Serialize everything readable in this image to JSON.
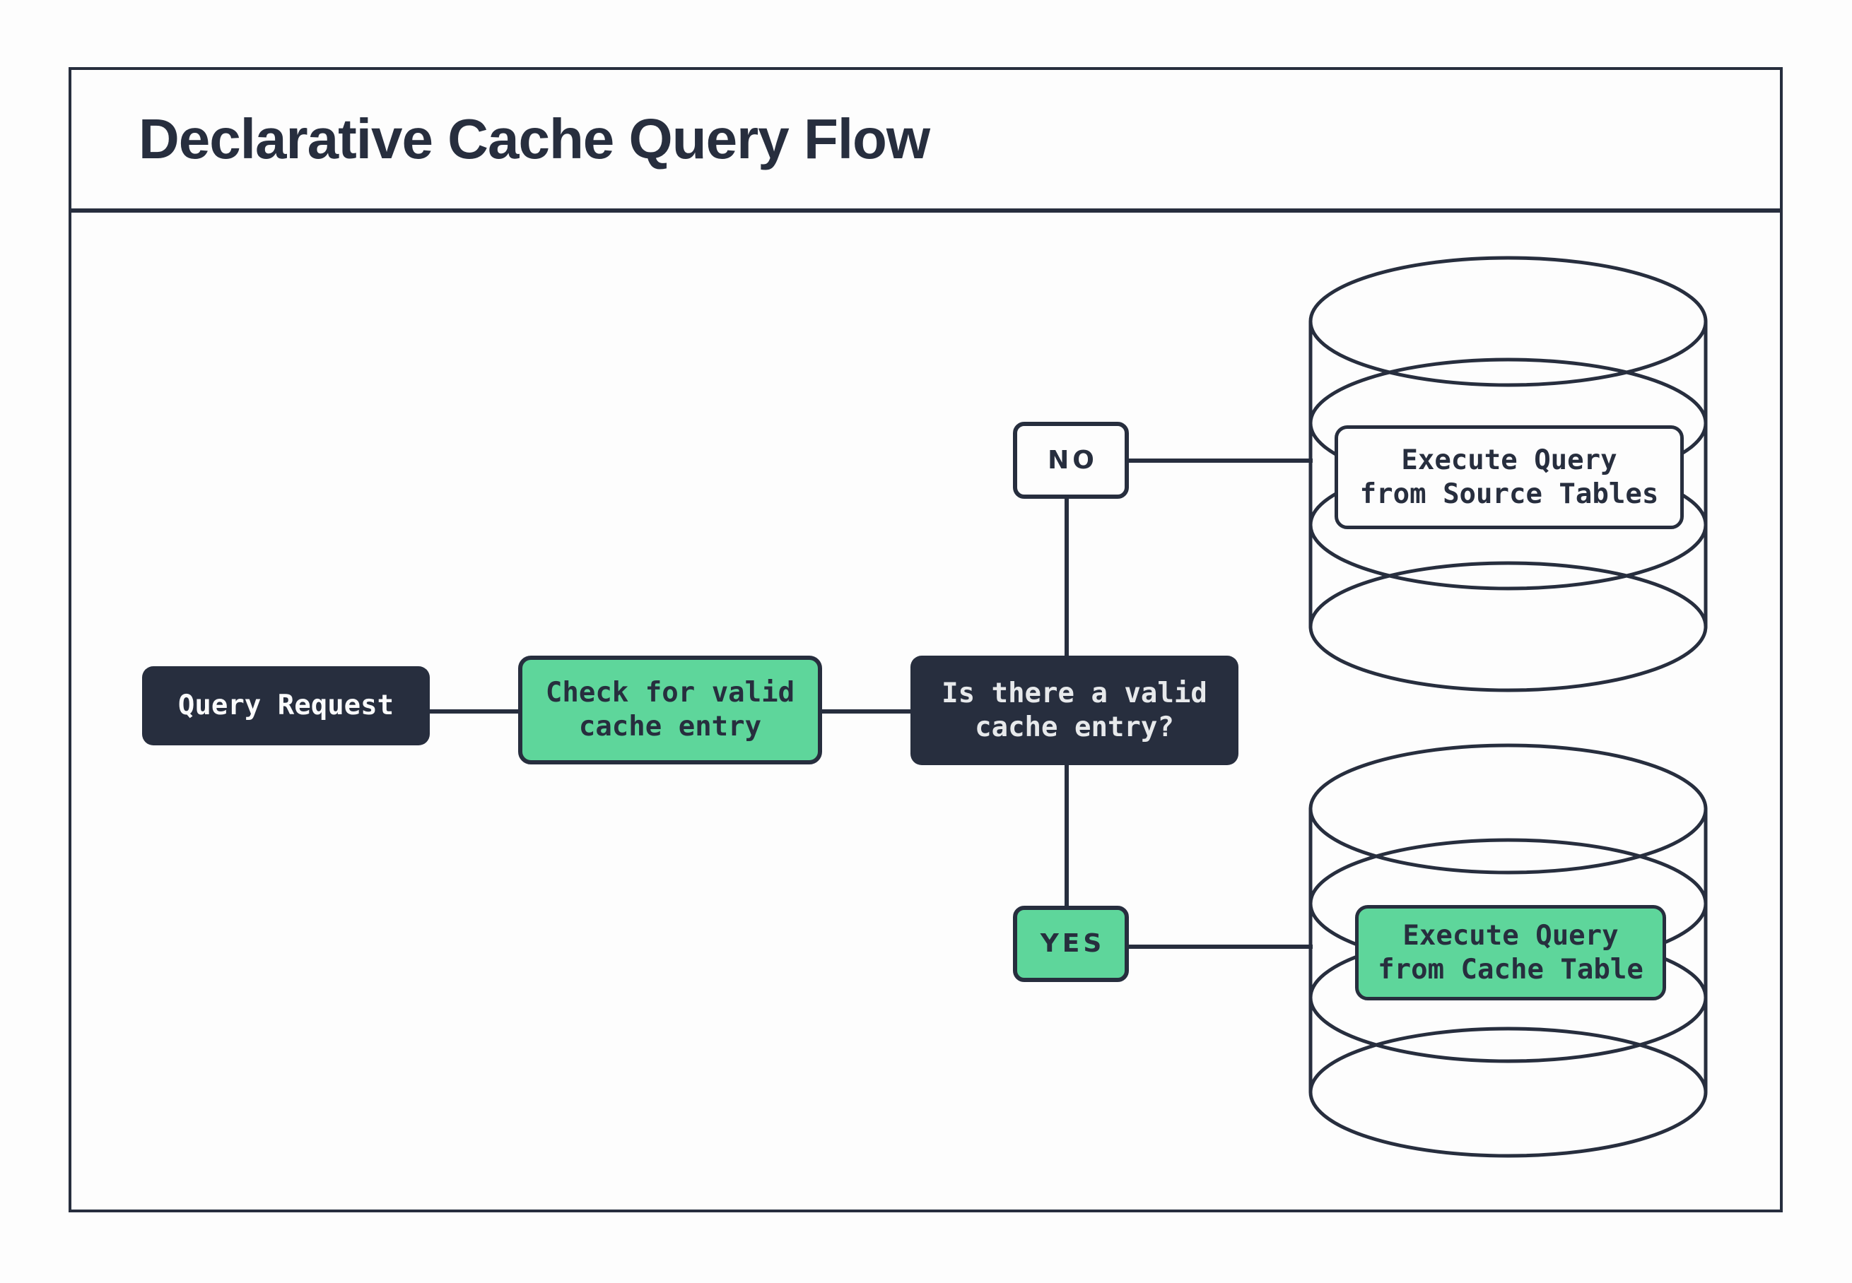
{
  "title": "Declarative Cache Query Flow",
  "palette": {
    "ink": "#272e3e",
    "green": "#5ed69b",
    "paper": "#fdfdfd",
    "muted_text": "#e7e9eb"
  },
  "flow": {
    "query_request": "Query Request",
    "check_cache": "Check for valid\ncache entry",
    "decision": "Is there a valid\ncache entry?",
    "branch_no": "NO",
    "branch_yes": "YES",
    "source_db_action": "Execute Query\nfrom Source Tables",
    "cache_db_action": "Execute Query\nfrom Cache Table"
  }
}
